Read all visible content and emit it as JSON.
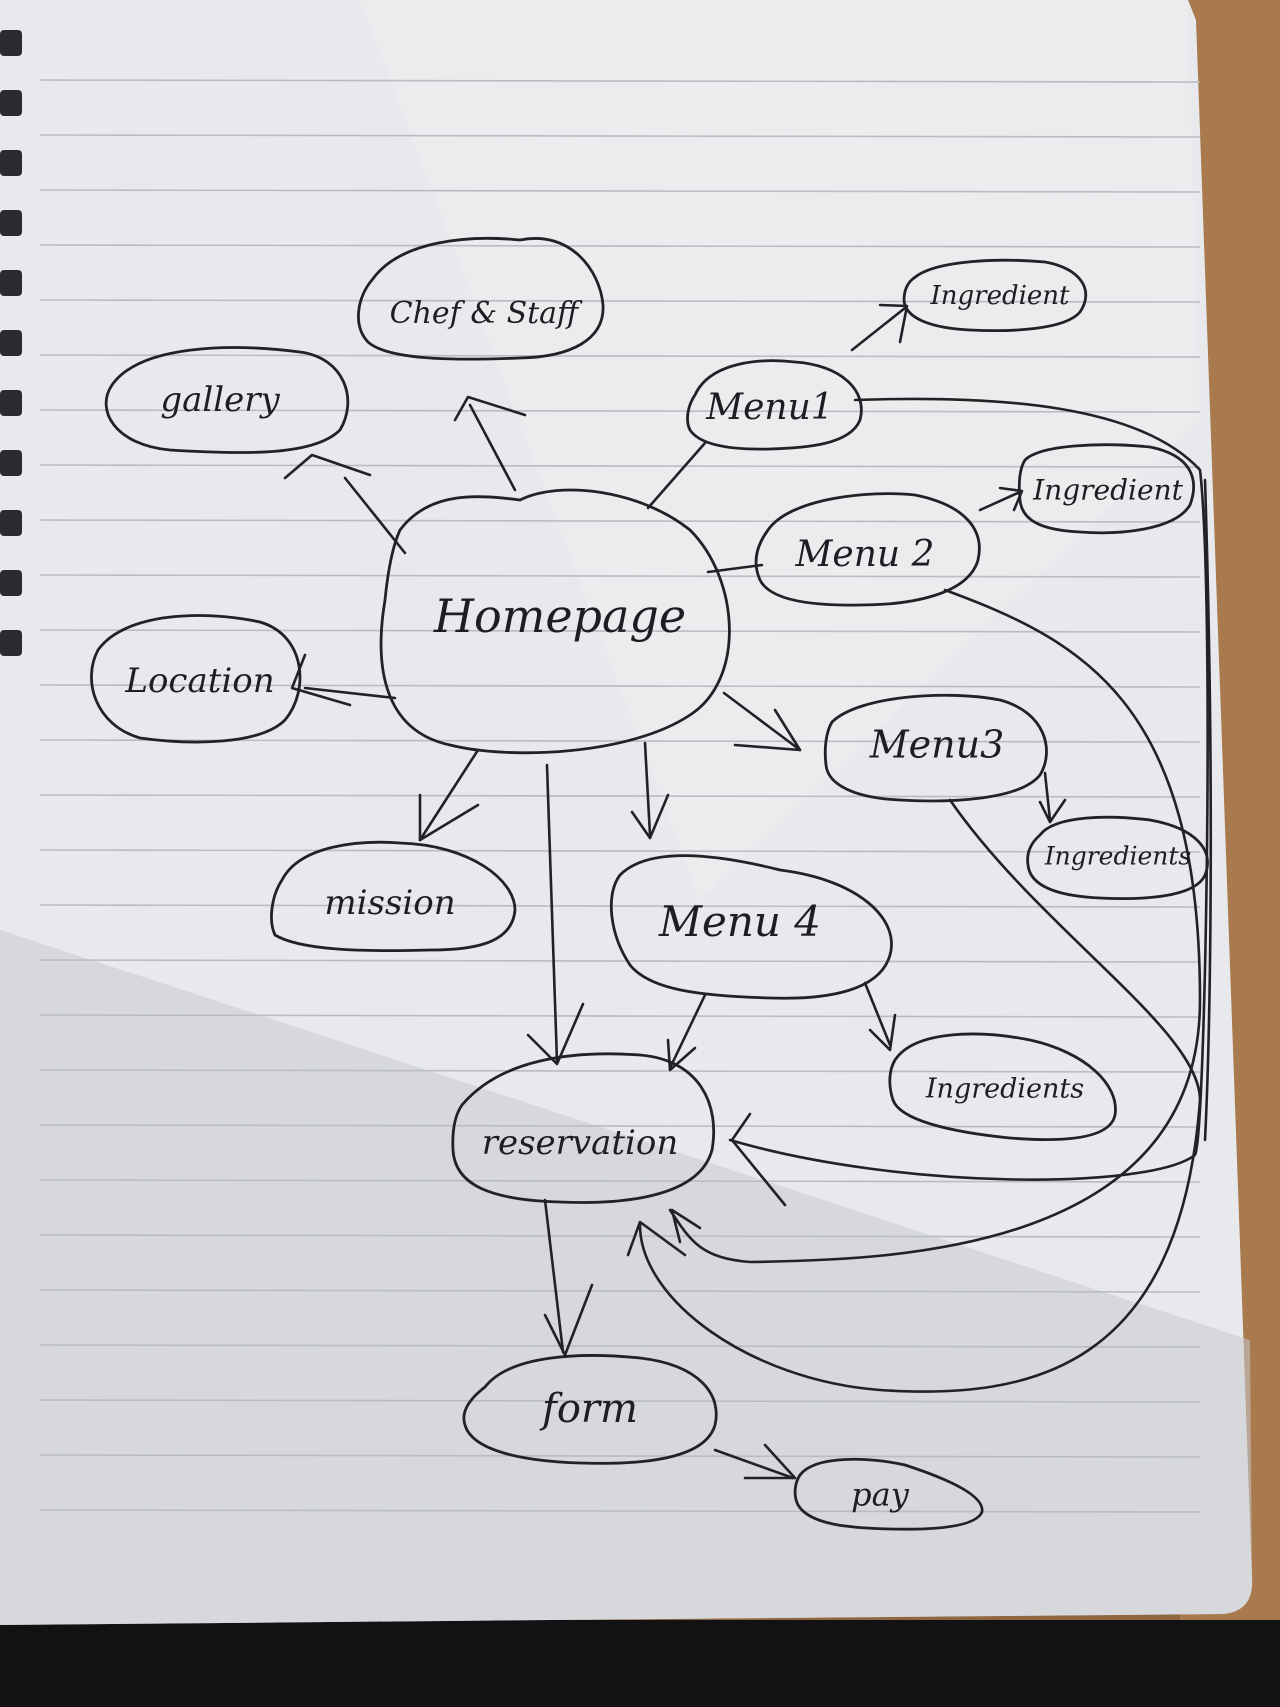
{
  "diagram": {
    "type": "hand-drawn site map",
    "nodes": {
      "homepage": "Homepage",
      "chef_staff": "Chef & Staff",
      "gallery": "gallery",
      "location": "Location",
      "mission": "mission",
      "menu1": "Menu1",
      "menu2": "Menu 2",
      "menu3": "Menu3",
      "menu4": "Menu 4",
      "ingredient1": "Ingredient",
      "ingredient2": "Ingredient",
      "ingredient3": "Ingredients",
      "ingredient4": "Ingredients",
      "reservation": "reservation",
      "form": "form",
      "pay": "pay"
    },
    "edges": [
      {
        "from": "Homepage",
        "to": "Chef & Staff"
      },
      {
        "from": "Homepage",
        "to": "gallery"
      },
      {
        "from": "Homepage",
        "to": "Location"
      },
      {
        "from": "Homepage",
        "to": "mission"
      },
      {
        "from": "Homepage",
        "to": "Menu1"
      },
      {
        "from": "Homepage",
        "to": "Menu 2"
      },
      {
        "from": "Homepage",
        "to": "Menu3"
      },
      {
        "from": "Homepage",
        "to": "Menu 4"
      },
      {
        "from": "Homepage",
        "to": "reservation"
      },
      {
        "from": "Menu1",
        "to": "Ingredient"
      },
      {
        "from": "Menu 2",
        "to": "Ingredient"
      },
      {
        "from": "Menu3",
        "to": "Ingredients"
      },
      {
        "from": "Menu 4",
        "to": "Ingredients"
      },
      {
        "from": "Menu1",
        "to": "reservation"
      },
      {
        "from": "Menu 2",
        "to": "reservation"
      },
      {
        "from": "Menu3",
        "to": "reservation"
      },
      {
        "from": "Menu 4",
        "to": "reservation"
      },
      {
        "from": "reservation",
        "to": "form"
      },
      {
        "from": "form",
        "to": "pay"
      }
    ]
  },
  "colors": {
    "paper": "#e9eaec",
    "rule_line": "#b9bcc2",
    "ink": "#222226",
    "desk": "#9a7048",
    "shadow": "#c9ccd2"
  }
}
